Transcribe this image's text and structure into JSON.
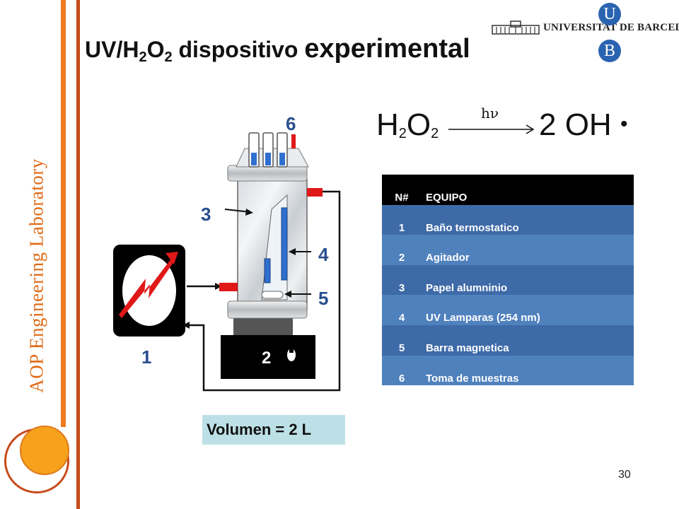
{
  "brand": {
    "side_label": "AOP Engineering Laboratory",
    "university_name": "UNIVERSITAT DE BARCELONA",
    "logo_letter_top": "U",
    "logo_letter_bottom": "B"
  },
  "title": {
    "part1": "UV/H",
    "sub1": "2",
    "part2": "O",
    "sub2": "2",
    "part3": " dispositivo ",
    "part4": "experimental"
  },
  "equation": {
    "lhs_h": "H",
    "lhs_sub1": "2",
    "lhs_o": "O",
    "lhs_sub2": "2",
    "condition": "hν",
    "rhs": "2 OH",
    "radical_dot": "•"
  },
  "table": {
    "headers": {
      "n": "N#",
      "equipo": "EQUIPO"
    },
    "rows": [
      {
        "n": "1",
        "equipo": "Baño termostatico"
      },
      {
        "n": "2",
        "equipo": "Agitador"
      },
      {
        "n": "3",
        "equipo": "Papel alumninio"
      },
      {
        "n": "4",
        "equipo": "UV Lamparas (254 nm)"
      },
      {
        "n": "5",
        "equipo": "Barra magnetica"
      },
      {
        "n": "6",
        "equipo": "Toma de muestras"
      }
    ]
  },
  "diagram": {
    "label_1": "1",
    "label_2": "2",
    "label_3": "3",
    "label_4": "4",
    "label_5": "5",
    "label_6": "6"
  },
  "volume_label": "Volumen = 2 L",
  "page_number": "30",
  "colors": {
    "accent_orange": "#f07a1c",
    "accent_red": "#c84a1a",
    "label_blue": "#2a4f8f",
    "table_dark": "#3e6aa8",
    "table_light": "#4f81bd"
  }
}
